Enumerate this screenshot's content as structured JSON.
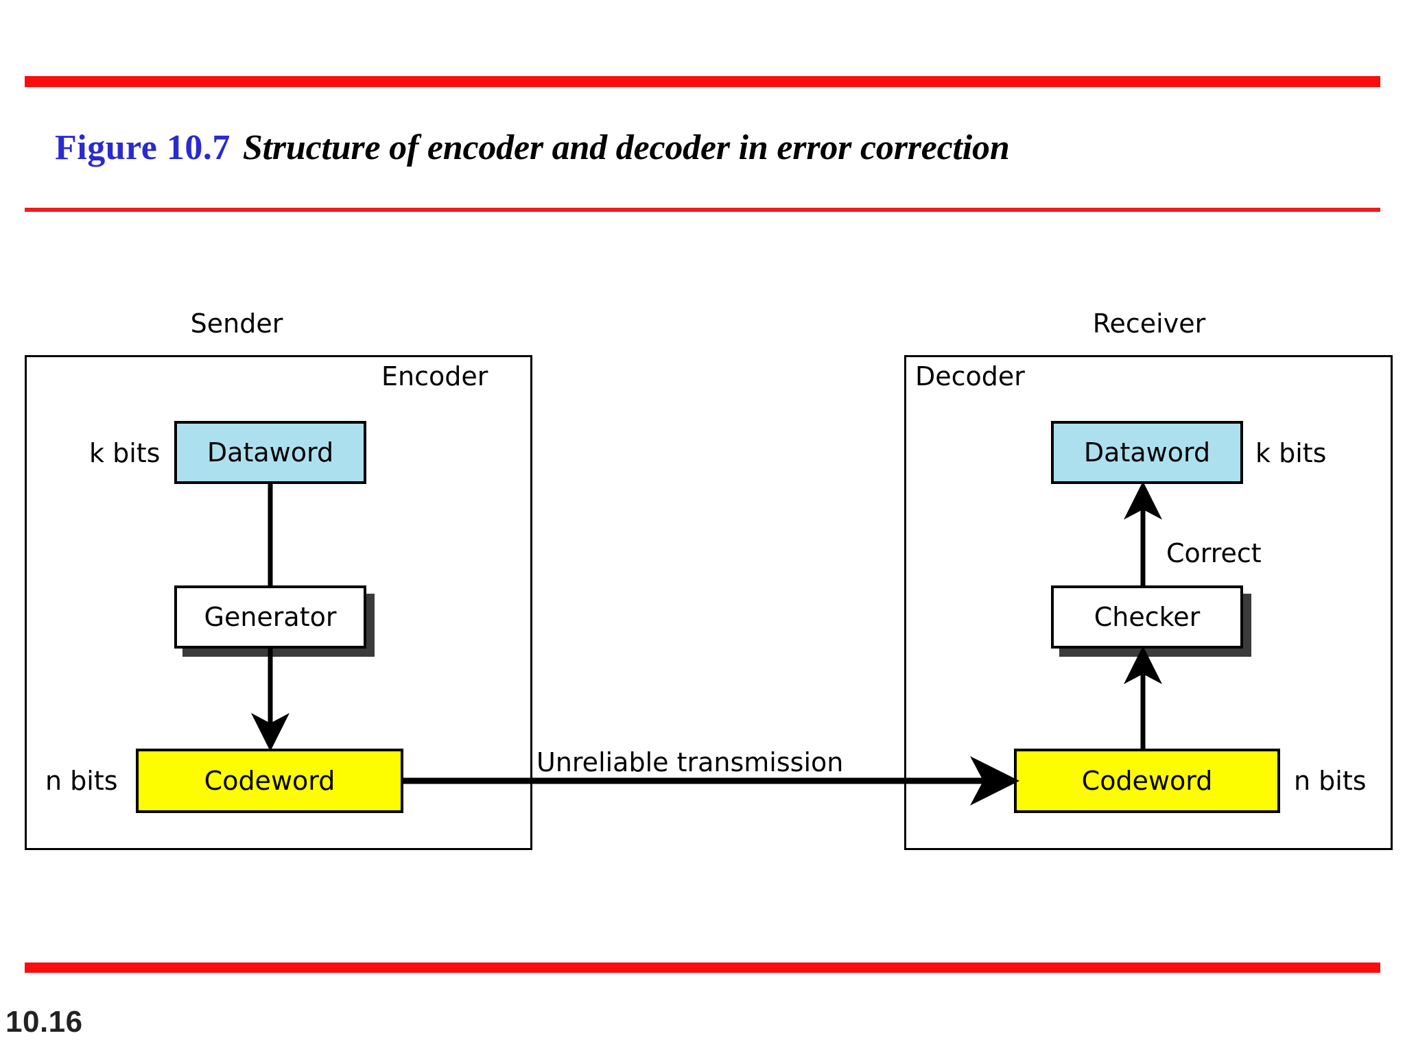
{
  "slide": {
    "page_number": "10.16",
    "accent_color": "#fb0d0d",
    "title_number_color": "#2a2ad0"
  },
  "title": {
    "figure_number": "Figure 10.7",
    "caption": "Structure of encoder and decoder in error correction"
  },
  "diagram": {
    "sender": {
      "heading": "Sender",
      "panel_title": "Encoder",
      "dataword": {
        "label": "Dataword",
        "bits": "k bits",
        "color": "#ade0ee"
      },
      "generator": {
        "label": "Generator",
        "color": "#ffffff"
      },
      "codeword": {
        "label": "Codeword",
        "bits": "n bits",
        "color": "#fdfd00"
      }
    },
    "receiver": {
      "heading": "Receiver",
      "panel_title": "Decoder",
      "dataword": {
        "label": "Dataword",
        "bits": "k bits",
        "color": "#ade0ee"
      },
      "checker": {
        "label": "Checker",
        "color": "#ffffff"
      },
      "codeword": {
        "label": "Codeword",
        "bits": "n bits",
        "color": "#fdfd00"
      },
      "correct_label": "Correct"
    },
    "channel": {
      "label": "Unreliable transmission"
    }
  }
}
